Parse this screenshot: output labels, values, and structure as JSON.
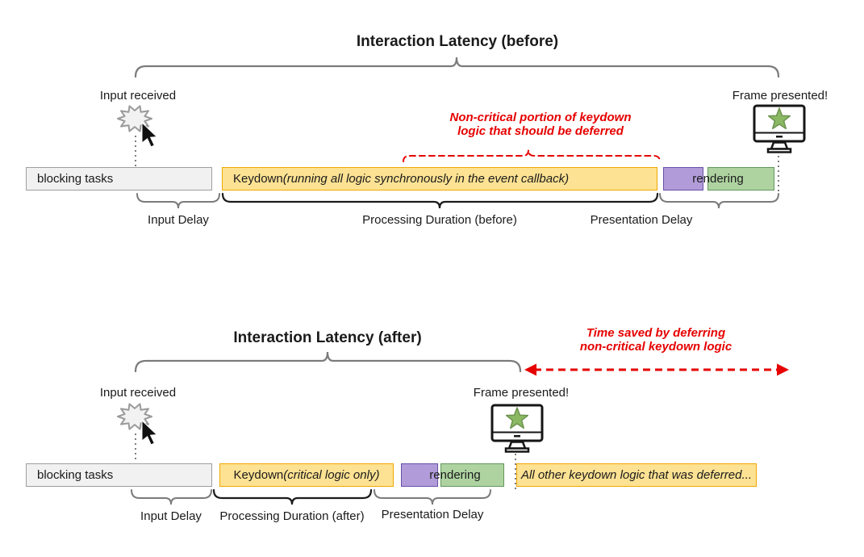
{
  "colors": {
    "yellow_fill": "#fde293",
    "yellow_border": "#f0a800",
    "purple_fill": "#b19cd9",
    "purple_border": "#6950a8",
    "green_fill": "#aed3a1",
    "green_border": "#61985a",
    "gray_fill": "#f1f1f1",
    "gray_border": "#9e9e9e",
    "annotation_red": "#e60000",
    "brace_gray": "#7b7b7b",
    "brace_black": "#1c1c1c",
    "star_green": "#8ab863"
  },
  "icons": {
    "input": "burst-click-with-cursor-icon",
    "output": "monitor-with-star-icon"
  },
  "before": {
    "title": "Interaction Latency (before)",
    "input_received": "Input received",
    "frame_presented": "Frame presented!",
    "annotation_line1": "Non-critical portion of keydown",
    "annotation_line2": "logic that should be deferred",
    "bars": {
      "blocking": "blocking tasks",
      "keydown_prefix": "Keydown ",
      "keydown_italic": "(running all logic synchronously in the event callback)",
      "rendering": "rendering"
    },
    "labels": {
      "input_delay": "Input Delay",
      "processing": "Processing Duration (before)",
      "presentation": "Presentation Delay"
    }
  },
  "after": {
    "title": "Interaction Latency (after)",
    "input_received": "Input received",
    "frame_presented": "Frame presented!",
    "annotation_line1": "Time saved by deferring",
    "annotation_line2": "non-critical keydown logic",
    "bars": {
      "blocking": "blocking tasks",
      "keydown_prefix": "Keydown ",
      "keydown_italic": "(critical logic only)",
      "rendering": "rendering",
      "deferred": "All other keydown logic that was deferred..."
    },
    "labels": {
      "input_delay": "Input Delay",
      "processing": "Processing Duration (after)",
      "presentation": "Presentation Delay"
    }
  }
}
